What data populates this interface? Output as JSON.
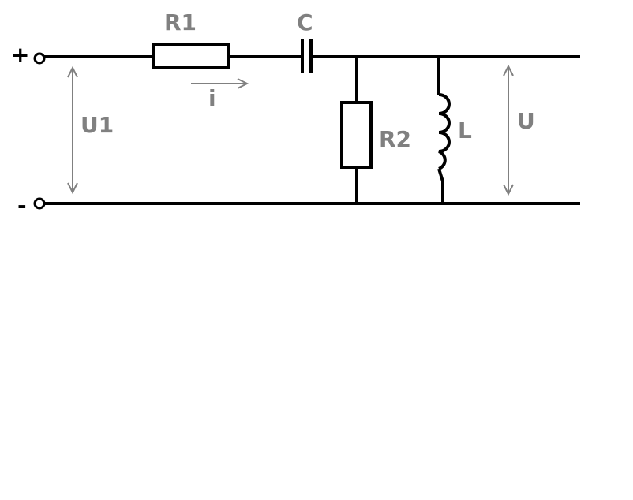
{
  "diagram": {
    "terminals": {
      "plus_label": "+",
      "minus_label": "-"
    },
    "components": {
      "r1_label": "R1",
      "c_label": "C",
      "r2_label": "R2",
      "l_label": "L"
    },
    "measurements": {
      "input_voltage_label": "U1",
      "output_voltage_label": "U",
      "current_label": "i"
    },
    "colors": {
      "wire": "#000000",
      "annotation": "#808080",
      "background": "#ffffff"
    }
  }
}
